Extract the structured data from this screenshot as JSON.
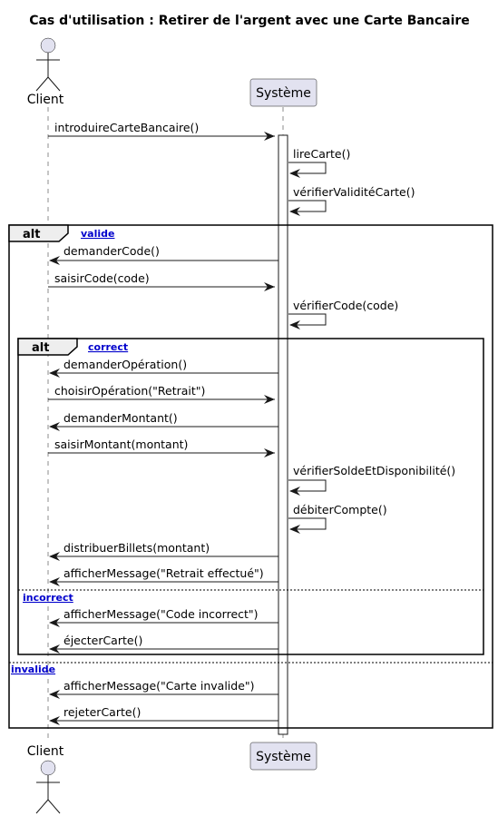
{
  "diagram": {
    "title": "Cas d'utilisation : Retirer de l'argent avec une Carte Bancaire",
    "participants": {
      "client": "Client",
      "systeme": "Système"
    },
    "messages": {
      "m1": "introduireCarteBancaire()",
      "m2": "lireCarte()",
      "m3": "vérifierValiditéCarte()",
      "m4": "demanderCode()",
      "m5": "saisirCode(code)",
      "m6": "vérifierCode(code)",
      "m7": "demanderOpération()",
      "m8": "choisirOpération(\"Retrait\")",
      "m9": "demanderMontant()",
      "m10": "saisirMontant(montant)",
      "m11": "vérifierSoldeEtDisponibilité()",
      "m12": "débiterCompte()",
      "m13": "distribuerBillets(montant)",
      "m14": "afficherMessage(\"Retrait effectué\")",
      "m15": "afficherMessage(\"Code incorrect\")",
      "m16": "éjecterCarte()",
      "m17": "afficherMessage(\"Carte invalide\")",
      "m18": "rejeterCarte()"
    },
    "fragments": {
      "outer": {
        "keyword": "alt",
        "guard": "valide",
        "else_guard": "invalide"
      },
      "inner": {
        "keyword": "alt",
        "guard": "correct",
        "else_guard": "incorrect"
      }
    }
  }
}
